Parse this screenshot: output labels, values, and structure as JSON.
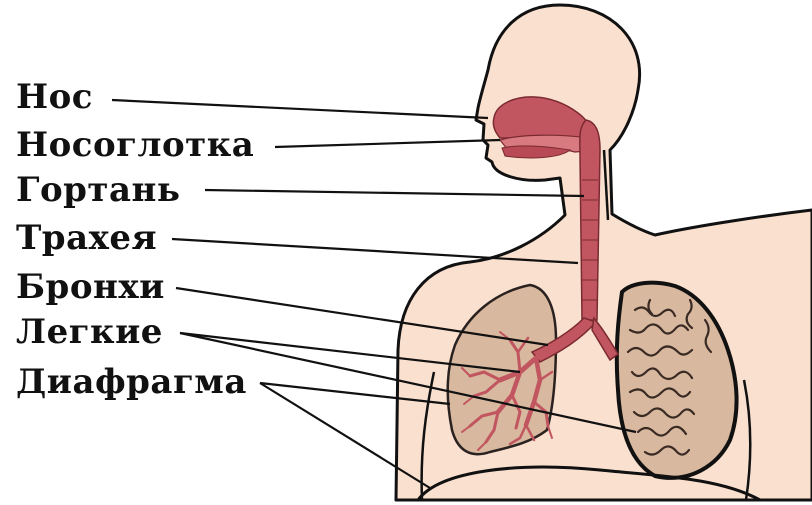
{
  "diagram": {
    "labels": {
      "nose": "Нос",
      "nasopharynx": "Носоглотка",
      "larynx": "Гортань",
      "trachea": "Трахея",
      "bronchi": "Бронхи",
      "lungs": "Легкие",
      "diaphragm": "Диафрагма"
    },
    "colors": {
      "skin": "#fae0cf",
      "lung": "#d8b89e",
      "airway": "#c25660",
      "airway_dark": "#7a2a30",
      "outline": "#111111"
    }
  }
}
